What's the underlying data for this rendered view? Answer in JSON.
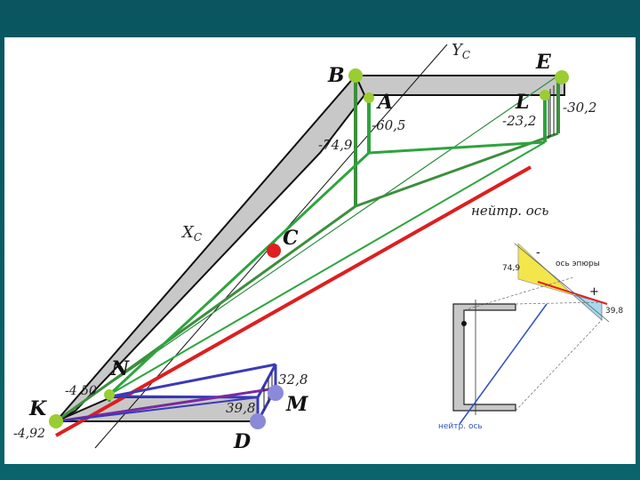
{
  "points": {
    "B": "B",
    "E": "E",
    "A": "A",
    "L": "L",
    "C": "C",
    "N": "N",
    "K": "K",
    "M": "M",
    "D": "D"
  },
  "axes": {
    "yc_main": "Y",
    "yc_sub": "C",
    "xc_main": "X",
    "xc_sub": "C"
  },
  "values": {
    "a": "-60,5",
    "b": "-74,9",
    "l": "-23,2",
    "e": "-30,2",
    "n": "-4,50",
    "k": "-4,92",
    "m": "32,8",
    "d": "39,8"
  },
  "neutral_axis_label": "нейтр. ось",
  "inset": {
    "top_value": "74,9",
    "minus_sign": "-",
    "plus_sign": "+",
    "epure_axis_label": "ось эпюры",
    "bottom_value": "39,8",
    "neutral_axis_label": "нейтр. ось"
  },
  "colors": {
    "slide_bg": "#0b5b63",
    "section_fill": "#c8c8c8",
    "compression": "#2e9b3e",
    "tension": "#3a3ab8",
    "neutral_axis": "#dd1f1f",
    "point_marker": "#9acd32",
    "centroid": "#e02020"
  }
}
